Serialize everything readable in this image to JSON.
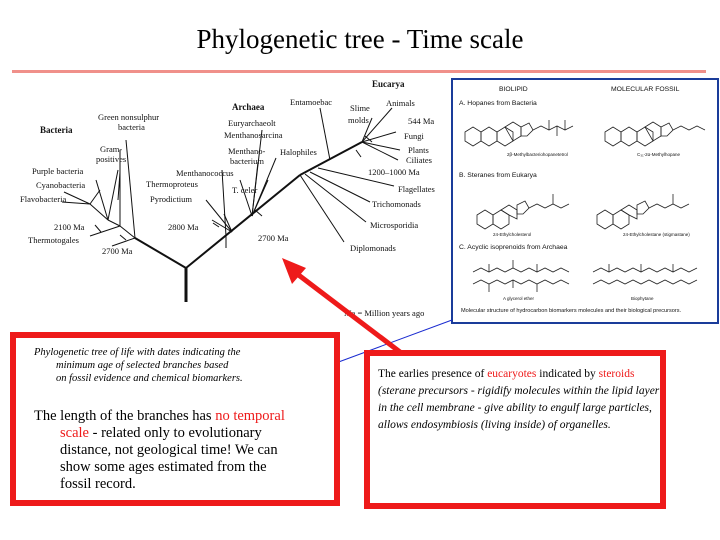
{
  "title": "Phylogenetic tree - Time scale",
  "tree": {
    "groups": {
      "bacteria": "Bacteria",
      "archaea": "Archaea",
      "eucarya": "Eucarya"
    },
    "taxa": {
      "green_nonsulphur_1": "Green nonsulphur",
      "green_nonsulphur_2": "bacteria",
      "gram_1": "Gram-",
      "gram_2": "positives",
      "purple": "Purple bacteria",
      "cyano": "Cyanobacteria",
      "flavo": "Flavobacteria",
      "thermotogales": "Thermotogales",
      "euryarchaeota": "Euryarchaeolt",
      "methanosarcina": "Menthanosarcina",
      "methanobact_1": "Menthano-",
      "methanobact_2": "bacterium",
      "halophiles": "Halophiles",
      "methanococcus": "Menthanococcus",
      "thermoproteus": "Thermoproteus",
      "tceler": "T. celer",
      "pyrodictium": "Pyrodictium",
      "entamoebae": "Entamoebac",
      "slime_1": "Slime",
      "slime_2": "molds",
      "animals": "Animals",
      "fungi": "Fungi",
      "plants": "Plants",
      "ciliates": "Ciliates",
      "flagellates": "Flagellates",
      "trichomonads": "Trichomonads",
      "microsporidia": "Microsporidia",
      "diplomonads": "Diplomonads"
    },
    "ages": {
      "a2100": "2100 Ma",
      "a2700_bact": "2700 Ma",
      "a2800": "2800 Ma",
      "a2700_root": "2700 Ma",
      "a544": "544 Ma",
      "a1200": "1200–1000 Ma"
    },
    "legend": "Ma = Million years ago"
  },
  "fossil_panel": {
    "header_biolipid": "BIOLIPID",
    "header_fossil": "MOLECULAR FOSSIL",
    "section_a": "A. Hopanes from Bacteria",
    "section_b": "B. Steranes from Eukarya",
    "section_c": "C. Acyclic isoprenoids from Archaea",
    "label_a1": "2β-Methylbacteriohopanetetrol",
    "label_a2": "C₃₁-2α-Methylhopane",
    "label_b1": "24-Ethylcholesterol",
    "label_b2": "24-Ethylcholestane (stigmastane)",
    "label_c1": "A glycerol ether",
    "label_c2": "Biophytane",
    "footer": "Molecular structure of hydrocarbon biomarkers molecules and their biological precursors."
  },
  "left_box": {
    "caption_1": "Phylogenetic tree of life with dates indicating the",
    "caption_2": "minimum age of selected branches based",
    "caption_3": "on fossil evidence and chemical biomarkers.",
    "body_1": "The length of the branches has ",
    "body_red": "no temporal",
    "body_red2": "scale",
    "body_2": " - related only to evolutionary",
    "body_3": "distance, not geological time! We can",
    "body_4": "show some ages estimated from the",
    "body_5": "fossil record."
  },
  "right_box": {
    "t1": "The earlies presence of ",
    "t_red1": "eucaryotes",
    "t2": " indicated by",
    "t_red2": "steroids",
    "t3": " (sterane precursors - rigidify molecules within the lipid layer in the cell membrane - give ability to engulf large particles, allows endosymbiosis (living inside) of organelles."
  },
  "colors": {
    "accent_red": "#ee1a1a",
    "rule": "#f0908a",
    "panel_border": "#1a3c9a",
    "connector": "#1a2bd0"
  }
}
